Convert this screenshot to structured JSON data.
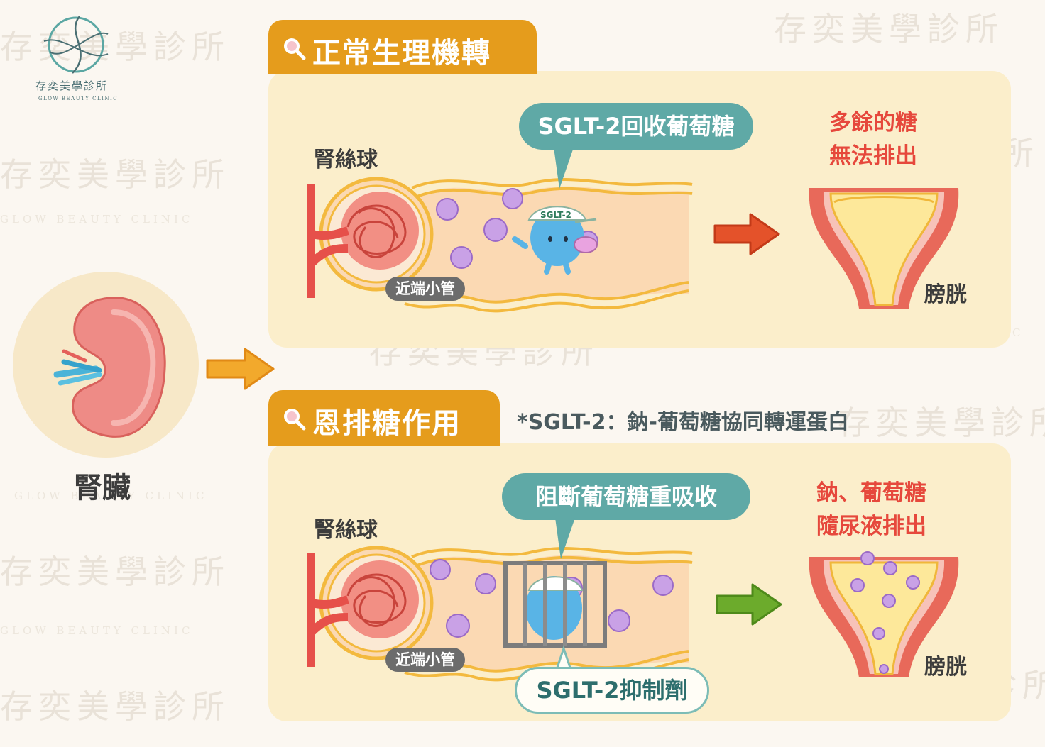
{
  "logo": {
    "name_cn": "存奕美學診所",
    "name_en": "GLOW BEAUTY CLINIC"
  },
  "kidney": {
    "label": "腎臟"
  },
  "panel_normal": {
    "title": "正常生理機轉",
    "glomerulus": "腎絲球",
    "tubule": "近端小管",
    "bubble": "SGLT-2回收葡萄糖",
    "character_tag": "SGLT-2",
    "result_line1": "多餘的糖",
    "result_line2": "無法排出",
    "bladder": "膀胱"
  },
  "panel_drug": {
    "title": "恩排糖作用",
    "note": "*SGLT-2：鈉-葡萄糖協同轉運蛋白",
    "glomerulus": "腎絲球",
    "tubule": "近端小管",
    "bubble": "阻斷葡萄糖重吸收",
    "inhibitor": "SGLT-2抑制劑",
    "result_line1": "鈉、葡萄糖",
    "result_line2": "隨尿液排出",
    "bladder": "膀胱"
  },
  "colors": {
    "panel_bg": "#fbeecb",
    "tab": "#e59c1c",
    "bubble_teal": "#5fa9a6",
    "result_red": "#e6483c",
    "arrow_red": "#e4522a",
    "arrow_green": "#6cab2c",
    "arrow_orange": "#f2a92c",
    "glucose": "#c9a1e6"
  }
}
